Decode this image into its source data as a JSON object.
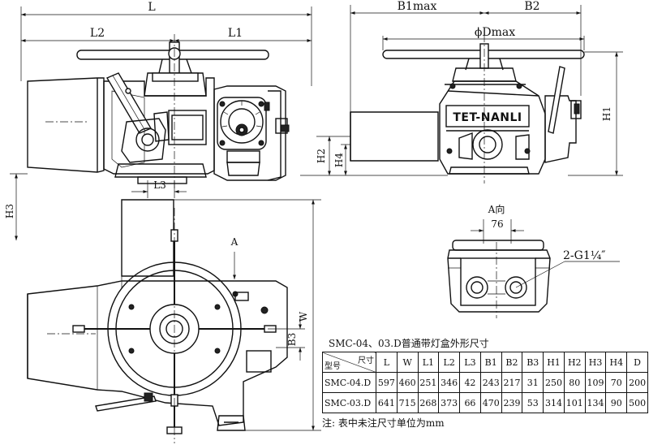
{
  "dimension_labels": {
    "L": "L",
    "L1": "L1",
    "L2": "L2",
    "L3": "L3",
    "B1max": "B1max",
    "B2": "B2",
    "Dmax": "ϕDmax",
    "H1": "H1",
    "H2": "H2",
    "H3": "H3",
    "H4": "H4",
    "W": "W",
    "B3": "B3",
    "A_arrow": "A",
    "view_A": "A向",
    "dim_76": "76",
    "thread": "2-G1¼″"
  },
  "brand_plate": "TET-NANLI",
  "table": {
    "title": "SMC-04、03.D普通带灯盒外形尺寸",
    "corner_top": "尺寸",
    "corner_bottom": "型号",
    "columns": [
      "L",
      "W",
      "L1",
      "L2",
      "L3",
      "B1",
      "B2",
      "B3",
      "H1",
      "H2",
      "H3",
      "H4",
      "D"
    ],
    "rows": [
      {
        "model": "SMC-04.D",
        "values": [
          "597",
          "460",
          "251",
          "346",
          "42",
          "243",
          "217",
          "31",
          "250",
          "80",
          "109",
          "70",
          "200"
        ]
      },
      {
        "model": "SMC-03.D",
        "values": [
          "641",
          "715",
          "268",
          "373",
          "66",
          "470",
          "239",
          "53",
          "314",
          "101",
          "134",
          "90",
          "500"
        ]
      }
    ],
    "note": "注: 表中未注尺寸单位为mm"
  }
}
